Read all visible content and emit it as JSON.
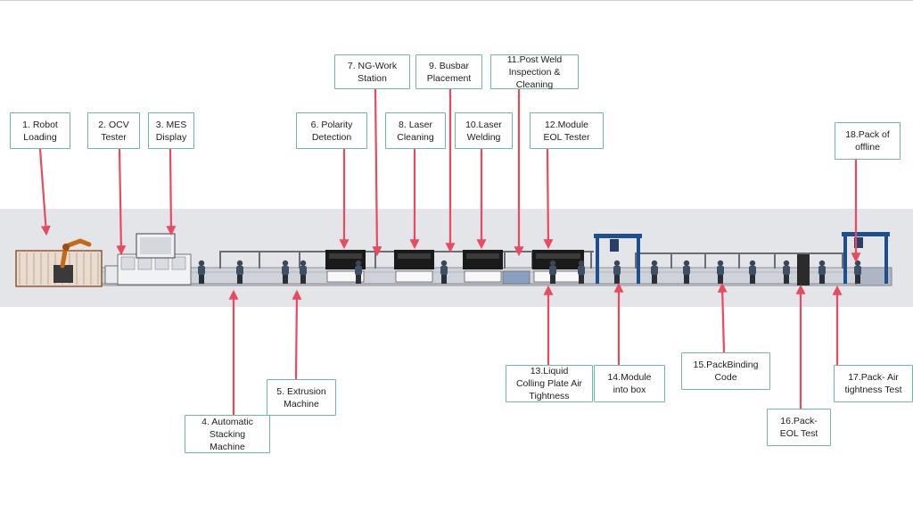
{
  "stations": [
    {
      "id": "s1",
      "text": "1. Robot\nLoading"
    },
    {
      "id": "s2",
      "text": "2. OCV\nTester"
    },
    {
      "id": "s3",
      "text": "3. MES\nDisplay"
    },
    {
      "id": "s4",
      "text": "4. Automatic\nStacking\nMachine"
    },
    {
      "id": "s5",
      "text": "5. Extrusion\nMachine"
    },
    {
      "id": "s6",
      "text": "6. Polarity\nDetection"
    },
    {
      "id": "s7",
      "text": "7. NG-Work\nStation"
    },
    {
      "id": "s8",
      "text": "8. Laser\nCleaning"
    },
    {
      "id": "s9",
      "text": "9. Busbar\nPlacement"
    },
    {
      "id": "s10",
      "text": "10.Laser\nWelding"
    },
    {
      "id": "s11",
      "text": "11.Post Weld\nInspection &\nCleaning"
    },
    {
      "id": "s12",
      "text": "12.Module\nEOL Tester"
    },
    {
      "id": "s13",
      "text": "13.Liquid\nColling Plate Air\nTightness"
    },
    {
      "id": "s14",
      "text": "14.Module\ninto box"
    },
    {
      "id": "s15",
      "text": "15.PackBinding\nCode"
    },
    {
      "id": "s16",
      "text": "16.Pack-\nEOL Test"
    },
    {
      "id": "s17",
      "text": "17.Pack- Air\ntightness Test"
    },
    {
      "id": "s18",
      "text": "18.Pack of\noffline"
    }
  ],
  "colors": {
    "arrow": "#e84a5f",
    "label_border": "#6fb7a7",
    "band": "#e4e5e9",
    "frame": "#1f4e8c",
    "machine_dark": "#1a1a1a"
  }
}
